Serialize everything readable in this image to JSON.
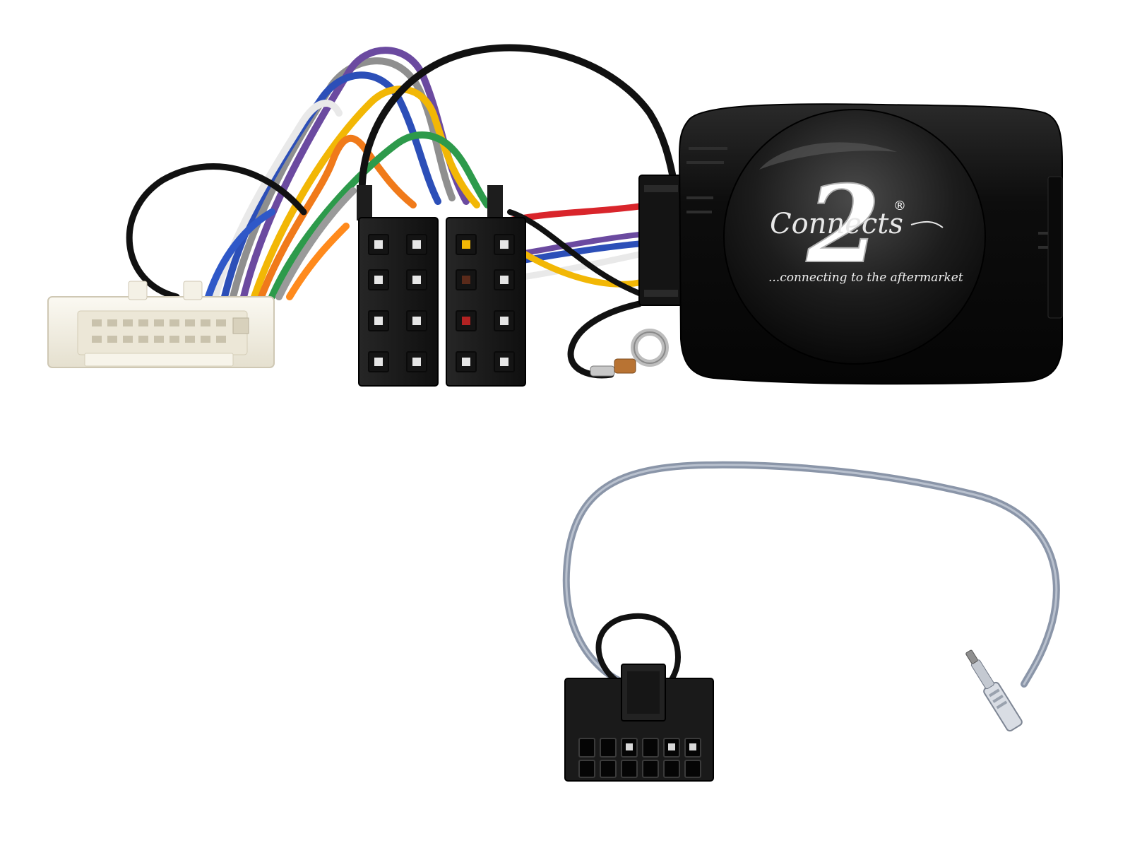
{
  "product": {
    "brand_registered": "®",
    "brand_two": "2",
    "brand_word": "Connects",
    "tagline": "...connecting to the aftermarket"
  },
  "colors": {
    "background": "#ffffff",
    "module_body": "#111111",
    "module_gloss": "#3a3a3a",
    "iso_connector": "#1b1b1b",
    "vehicle_connector": "#f4f1e6",
    "antenna_cable": "#8a95a8",
    "wire_black": "#111111",
    "wire_red": "#d9252b",
    "wire_blue": "#2c4fb8",
    "wire_yellow": "#f2b705",
    "wire_orange": "#f07a1a",
    "wire_purple": "#6b4aa0",
    "wire_green": "#2d9a4b",
    "wire_grey": "#8f8f8f",
    "wire_white": "#e9e9e9"
  },
  "icons": {
    "module": "interface-module-icon",
    "iso": "iso-connector-icon",
    "vehicle": "vehicle-harness-connector-icon",
    "patch": "patch-lead-connector-icon",
    "ring": "ring-terminal-icon",
    "jack": "jack-plug-icon"
  }
}
